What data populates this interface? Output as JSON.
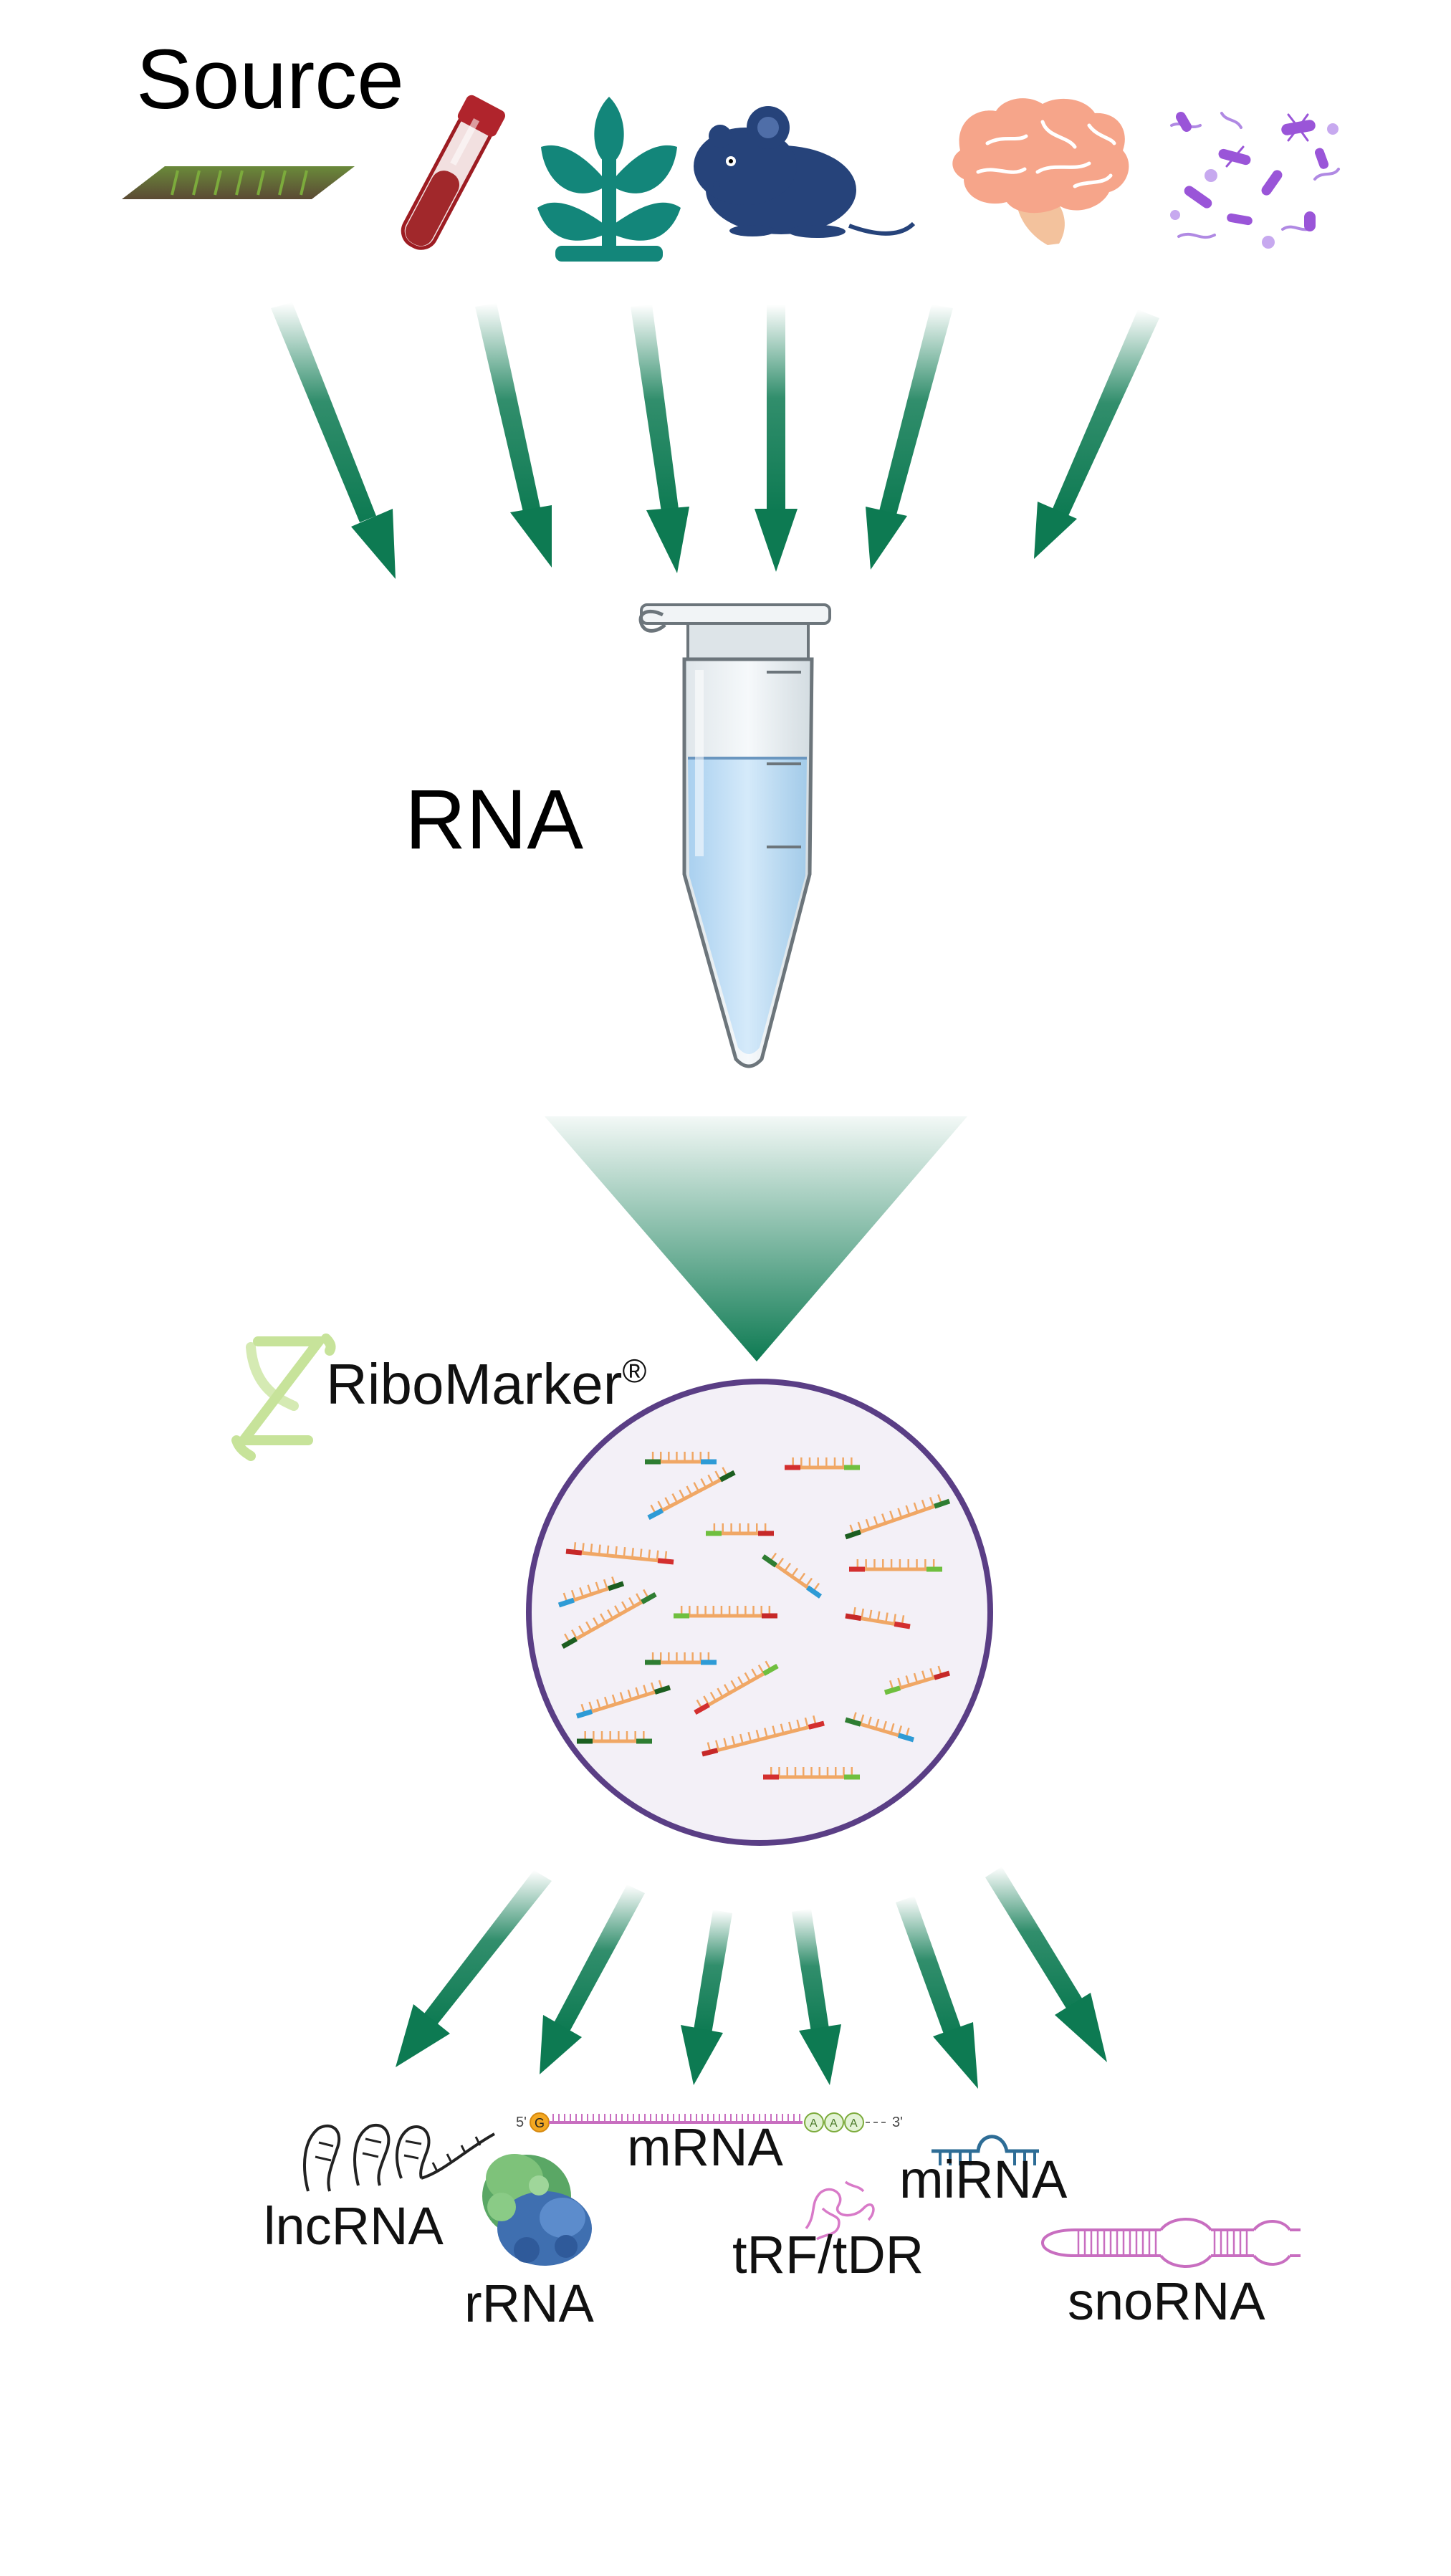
{
  "diagram": {
    "source_label": "Source",
    "rna_label": "RNA",
    "brand": {
      "name": "RiboMarker",
      "mark": "®"
    },
    "source_icons": [
      "field-icon",
      "blood-tube-icon",
      "plant-icon",
      "mouse-icon",
      "brain-icon",
      "bacteria-icon"
    ],
    "rna_types": [
      {
        "key": "lncrna",
        "label": "lncRNA"
      },
      {
        "key": "rrna",
        "label": "rRNA"
      },
      {
        "key": "mrna",
        "label": "mRNA"
      },
      {
        "key": "trf",
        "label": "tRF/tDR"
      },
      {
        "key": "mirna",
        "label": "miRNA"
      },
      {
        "key": "snorna",
        "label": "snoRNA"
      }
    ],
    "mrna_strand": {
      "five_prime": "5'",
      "cap": "G",
      "tail": [
        "A",
        "A",
        "A"
      ],
      "three_prime": "3'"
    },
    "colors": {
      "arrow": "#0d7a52",
      "circle_stroke": "#5a3e85",
      "circle_fill": "#f3f0f7",
      "tube_liquid": "#bcdcf4",
      "brain": "#f6a58a",
      "plant": "#13867a",
      "mouse": "#26437a",
      "bacteria": "#9a55d8",
      "brand_logo": "#c7e39a",
      "mrna_strand": "#c86ec0",
      "mirna": "#2e6d96",
      "rrna": "#5aa765"
    }
  }
}
